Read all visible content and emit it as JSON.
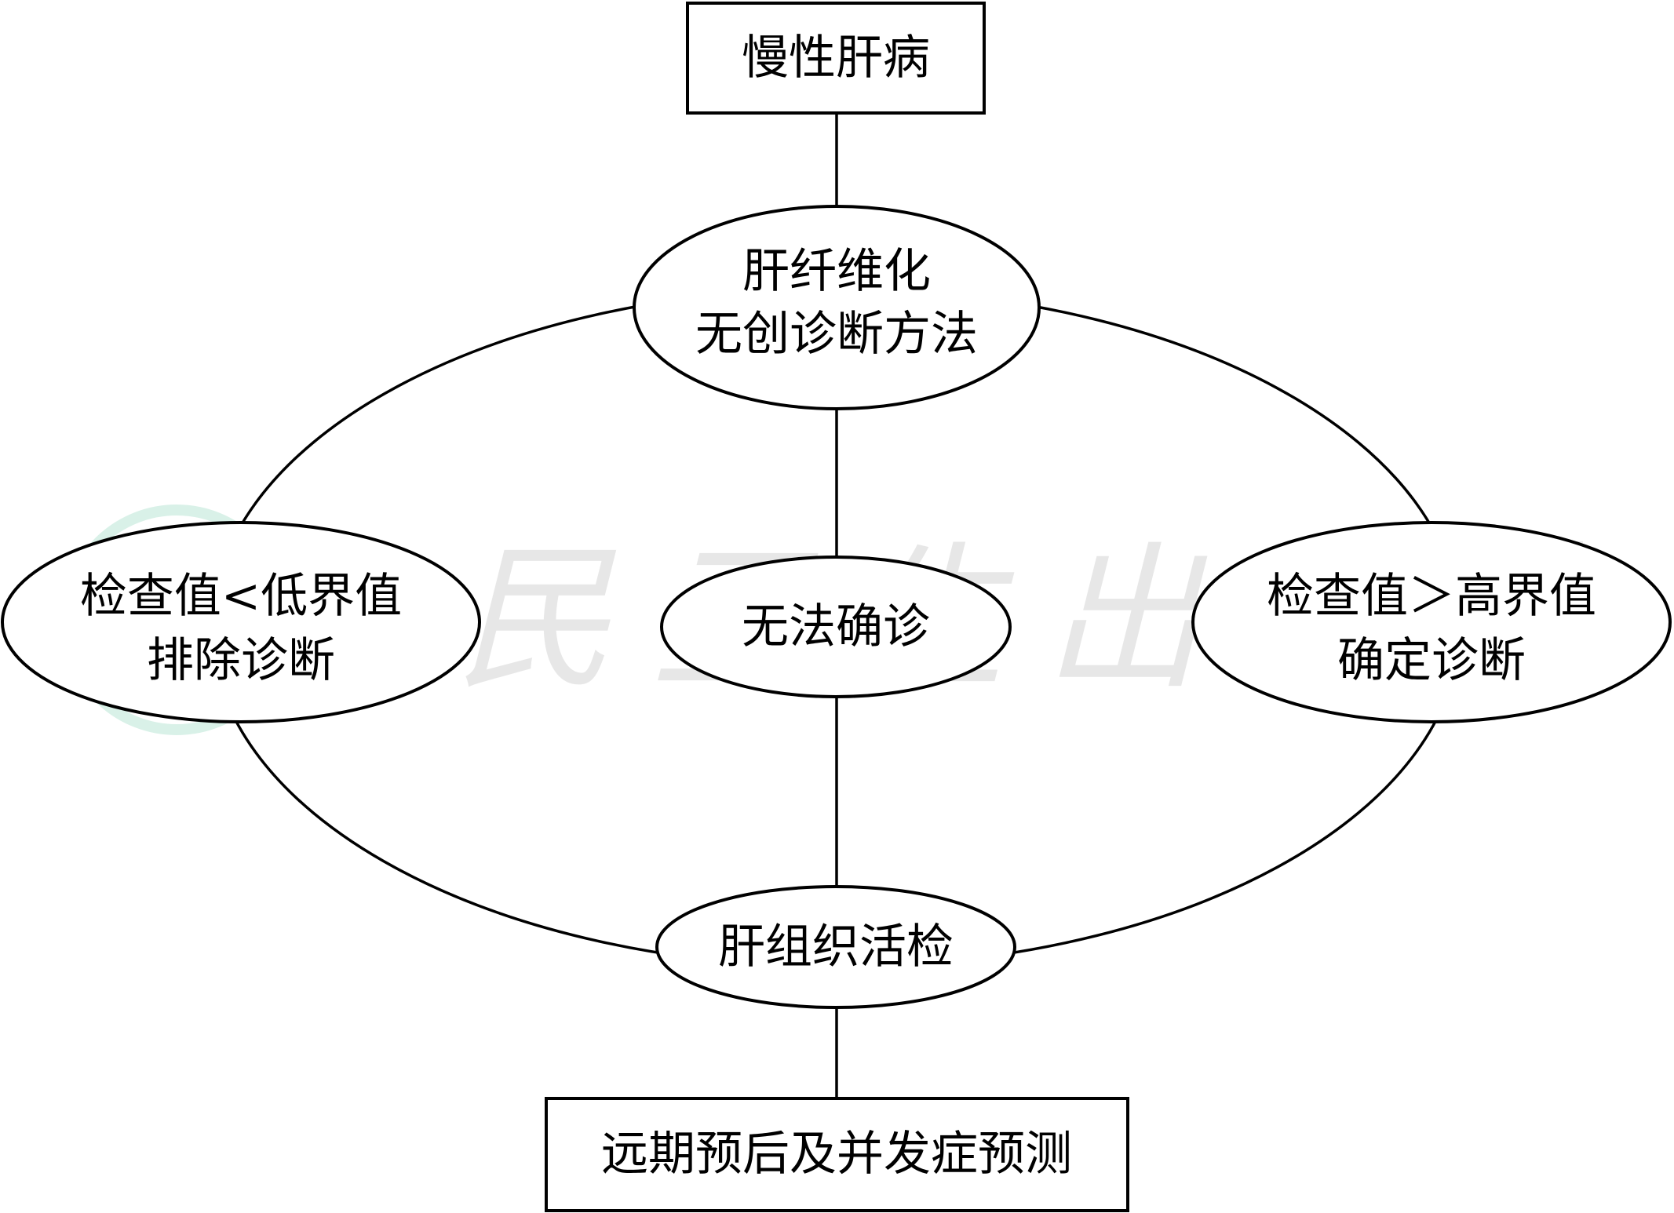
{
  "diagram": {
    "top_box": "慢性肝病",
    "top_node": [
      "肝纤维化",
      "无创诊断方法"
    ],
    "left_node": [
      "检查值<低界值",
      "排除诊断"
    ],
    "center_node": "无法确诊",
    "right_node": [
      "检查值＞高界值",
      "确定诊断"
    ],
    "bottom_node": "肝组织活检",
    "bottom_box": "远期预后及并发症预测"
  },
  "watermark": {
    "text": "人民卫生出版社",
    "logo_color": "#9fd9c4"
  }
}
